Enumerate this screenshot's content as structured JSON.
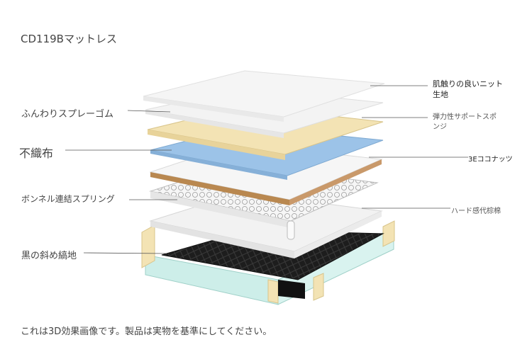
{
  "title": "CD119Bマットレス",
  "footer": "これは3D効果画像です。製品は実物を基準にしてください。",
  "labels_left": {
    "gum": "ふんわりスプレーゴム",
    "nonwoven": "不織布",
    "bonnell": "ボンネル連結スプリング",
    "base": "黒の斜め縞地"
  },
  "labels_right": {
    "knit_line1": "肌触りの良いニット",
    "knit_line2": "生地",
    "sponge_line1": "弾力性サポートスポ",
    "sponge_line2": "ンジ",
    "coconut": "3Eココナッツ",
    "felt": "ハード感代棕棉"
  },
  "colors": {
    "knit": "#f4f4f4",
    "sponge": "#f3e3b4",
    "nonwoven": "#9cc3e8",
    "coconut": "#b98850",
    "base_black": "#1e1e1e",
    "frame_mint": "#cdeee9",
    "leader_line": "#555555"
  }
}
